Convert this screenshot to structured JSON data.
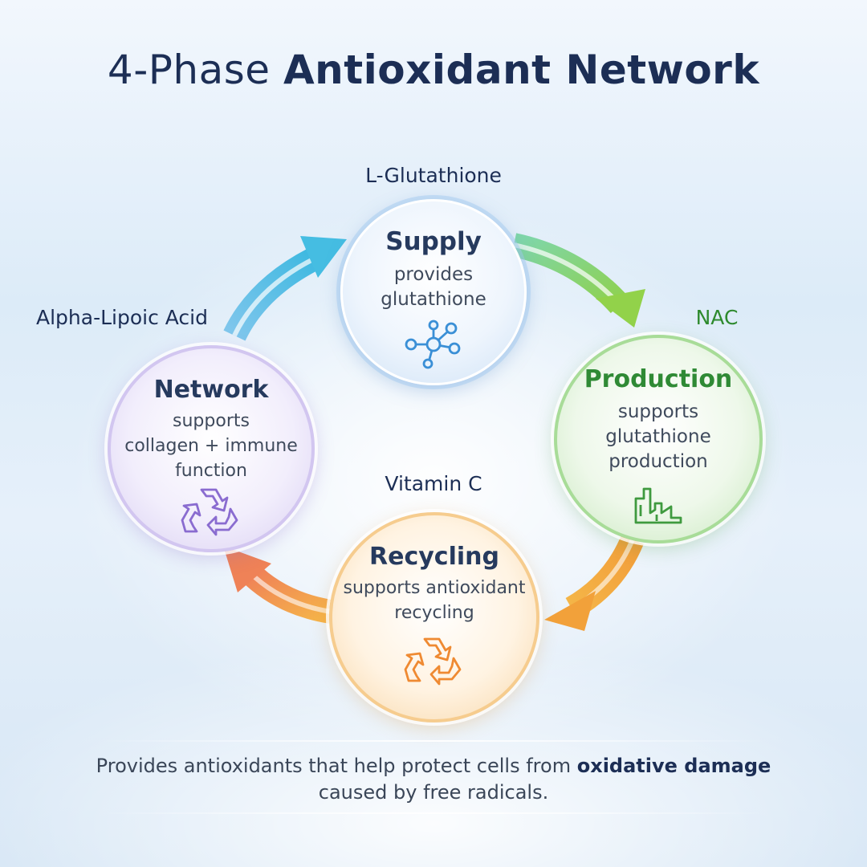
{
  "title": {
    "part1": "4-Phase",
    "part2": "Antioxidant Network"
  },
  "phases": [
    {
      "agent": "L-Glutathione",
      "name": "Supply",
      "desc_lines": [
        "provides",
        "glutathione"
      ],
      "icon": "molecule-icon",
      "color": "#5aa9e6"
    },
    {
      "agent": "NAC",
      "name": "Production",
      "desc_lines": [
        "supports",
        "glutathione",
        "production"
      ],
      "icon": "factory-icon",
      "color": "#3f9a3f"
    },
    {
      "agent": "Vitamin C",
      "name": "Recycling",
      "desc_lines": [
        "supports antioxidant",
        "recycling"
      ],
      "icon": "recycle-icon",
      "color": "#f08a2c"
    },
    {
      "agent": "Alpha-Lipoic Acid",
      "name": "Network",
      "desc_lines": [
        "supports",
        "collagen + immune",
        "function"
      ],
      "icon": "recycle-icon",
      "color": "#8a6cd0"
    }
  ],
  "footer": {
    "line1_text": "Provides antioxidants that help protect cells from",
    "line1_bold": "oxidative damage",
    "line2": "caused by free radicals."
  }
}
